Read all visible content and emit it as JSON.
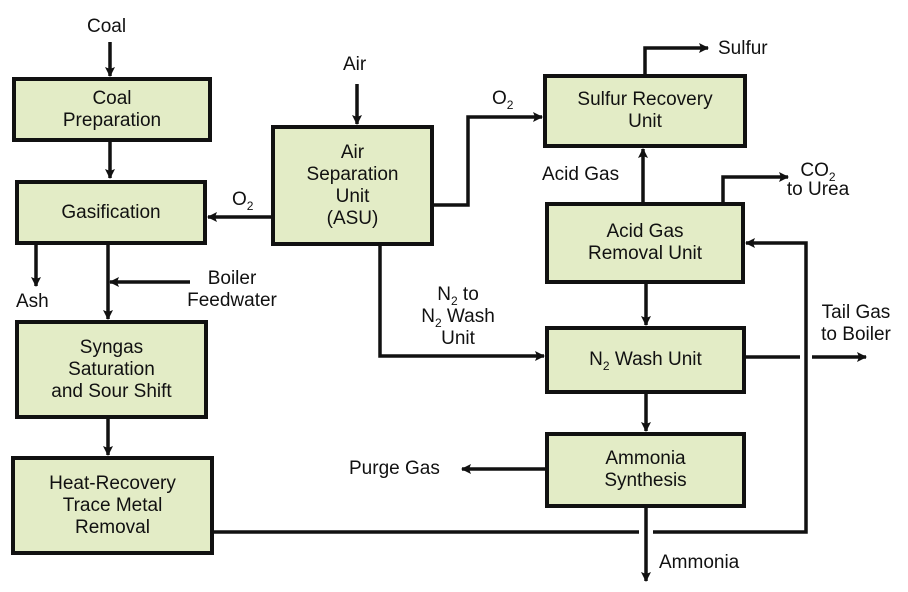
{
  "diagram": {
    "type": "process-flow",
    "colors": {
      "box_fill": "#e3ecc6",
      "stroke": "#111111"
    },
    "units": {
      "coal_preparation": "Coal\nPreparation",
      "gasification": "Gasification",
      "syngas_shift": "Syngas\nSaturation\nand Sour Shift",
      "heat_recovery": "Heat-Recovery\nTrace Metal\nRemoval",
      "asu": "Air\nSeparation\nUnit\n(ASU)",
      "sulfur_recovery": "Sulfur Recovery\nUnit",
      "acid_gas_removal": "Acid Gas\nRemoval Unit",
      "n2_wash": {
        "prefix": "N",
        "sub": "2",
        "rest": " Wash Unit"
      },
      "ammonia_synthesis": "Ammonia\nSynthesis"
    },
    "streams": {
      "coal": "Coal",
      "air": "Air",
      "o2_to_gasifier": {
        "base": "O",
        "sub": "2"
      },
      "o2_to_sru": {
        "base": "O",
        "sub": "2"
      },
      "ash": "Ash",
      "boiler_feedwater": "Boiler\nFeedwater",
      "n2_to_wash": {
        "line1_base": "N",
        "line1_sub": "2",
        "line1_rest": " to",
        "line2_base": "N",
        "line2_sub": "2",
        "line2_rest": " Wash",
        "line3": "Unit"
      },
      "sulfur": "Sulfur",
      "acid_gas": "Acid Gas",
      "co2_to_urea": {
        "base": "CO",
        "sub": "2",
        "line2": "to Urea"
      },
      "tail_gas": "Tail Gas\nto Boiler",
      "purge_gas": "Purge Gas",
      "ammonia": "Ammonia"
    }
  }
}
